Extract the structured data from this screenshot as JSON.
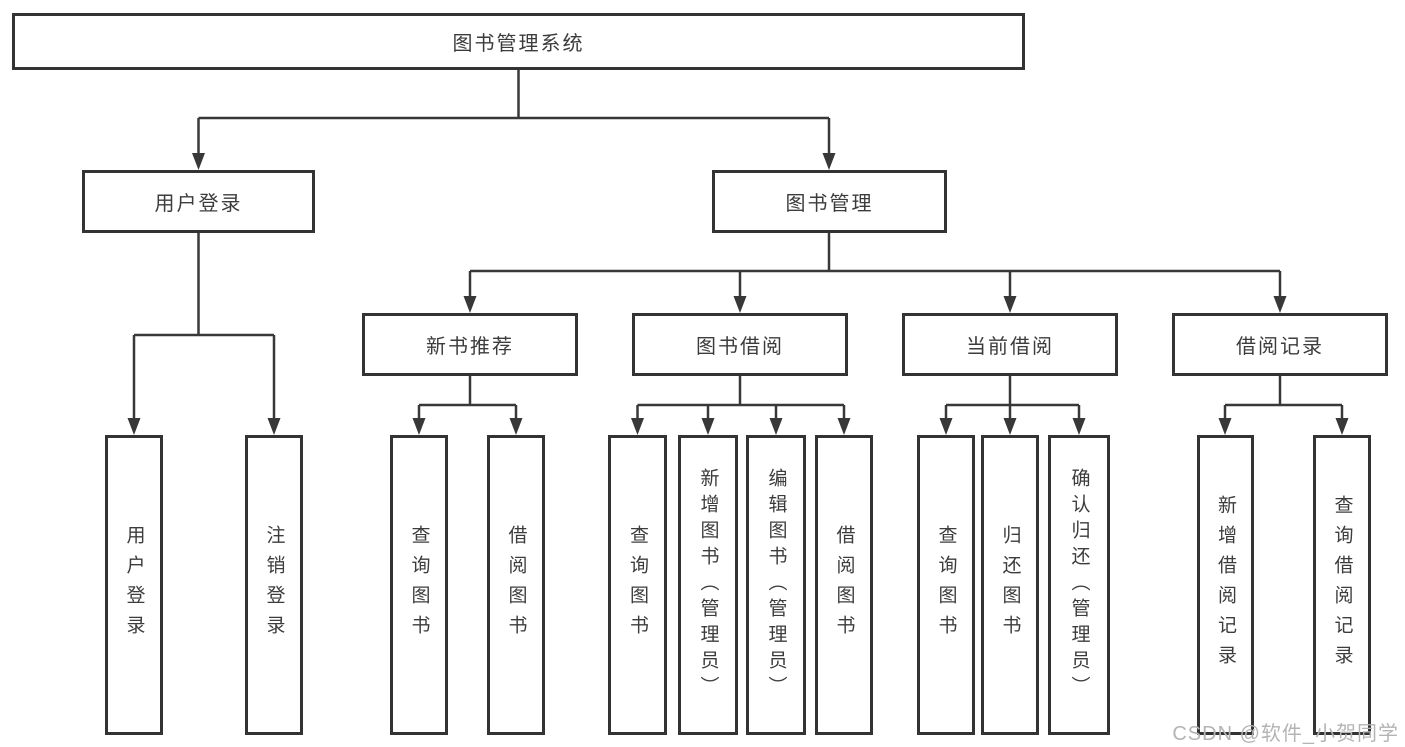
{
  "diagram_title": "图书管理系统",
  "nodes": {
    "root": {
      "label": "图书管理系统"
    },
    "level2": [
      {
        "label": "用户登录"
      },
      {
        "label": "图书管理"
      }
    ],
    "level3": [
      {
        "label": "新书推荐"
      },
      {
        "label": "图书借阅"
      },
      {
        "label": "当前借阅"
      },
      {
        "label": "借阅记录"
      }
    ],
    "leaves": {
      "user_login": [
        {
          "label": "用户登录"
        },
        {
          "label": "注销登录"
        }
      ],
      "new_books": [
        {
          "label": "查询图书"
        },
        {
          "label": "借阅图书"
        }
      ],
      "book_borrow": [
        {
          "label": "查询图书"
        },
        {
          "label": "新增图书（管理员）"
        },
        {
          "label": "编辑图书（管理员）"
        },
        {
          "label": "借阅图书"
        }
      ],
      "current_borrow": [
        {
          "label": "查询图书"
        },
        {
          "label": "归还图书"
        },
        {
          "label": "确认归还（管理员）"
        }
      ],
      "borrow_records": [
        {
          "label": "新增借阅记录"
        },
        {
          "label": "查询借阅记录"
        }
      ]
    }
  },
  "watermark": {
    "text": "CSDN @软件_小贺同学"
  },
  "colors": {
    "line": "#383838",
    "box_border": "#333333",
    "text": "#3c3c3c",
    "background": "#ffffff",
    "watermark": "#b4b4b4"
  }
}
